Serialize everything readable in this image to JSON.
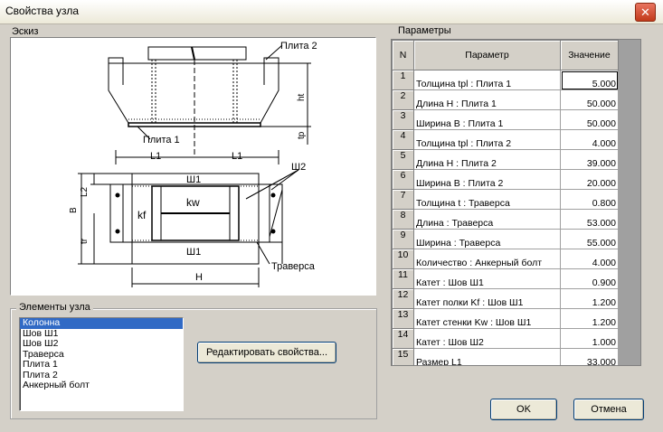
{
  "window": {
    "title": "Свойства узла",
    "close_symbol": "✕"
  },
  "sketch": {
    "label": "Эскиз",
    "annotations": {
      "plate2": "Плита 2",
      "plate1": "Плита 1",
      "ht": "ht",
      "tp": "tp",
      "l1_left": "L1",
      "l1_right": "L1",
      "sh1_top": "Ш1",
      "sh2": "Ш2",
      "kw": "kw",
      "kf": "kf",
      "l2": "L2",
      "b": "B",
      "tr": "tr",
      "sh1_bottom": "Ш1",
      "traversa": "Траверса",
      "h": "H"
    }
  },
  "elements": {
    "label": "Элементы узла",
    "items": [
      "Колонна",
      "Шов Ш1",
      "Шов Ш2",
      "Траверса",
      "Плита 1",
      "Плита 2",
      "Анкерный болт"
    ],
    "selected": 0,
    "edit_button": "Редактировать свойства..."
  },
  "params": {
    "label": "Параметры",
    "headers": {
      "n": "N",
      "param": "Параметр",
      "value": "Значение"
    },
    "rows": [
      {
        "n": "1",
        "param": "Толщина tpl : Плита 1",
        "value": "5.000"
      },
      {
        "n": "2",
        "param": "Длина H : Плита 1",
        "value": "50.000"
      },
      {
        "n": "3",
        "param": "Ширина B : Плита 1",
        "value": "50.000"
      },
      {
        "n": "4",
        "param": "Толщина tpl : Плита 2",
        "value": "4.000"
      },
      {
        "n": "5",
        "param": "Длина H : Плита 2",
        "value": "39.000"
      },
      {
        "n": "6",
        "param": "Ширина B : Плита 2",
        "value": "20.000"
      },
      {
        "n": "7",
        "param": "Толщина t : Траверса",
        "value": "0.800"
      },
      {
        "n": "8",
        "param": "Длина : Траверса",
        "value": "53.000"
      },
      {
        "n": "9",
        "param": "Ширина : Траверса",
        "value": "55.000"
      },
      {
        "n": "10",
        "param": "Количество : Анкерный болт",
        "value": "4.000"
      },
      {
        "n": "11",
        "param": "Катет : Шов Ш1",
        "value": "0.900"
      },
      {
        "n": "12",
        "param": "Катет полки Kf : Шов Ш1",
        "value": "1.200"
      },
      {
        "n": "13",
        "param": "Катет стенки Kw : Шов Ш1",
        "value": "1.200"
      },
      {
        "n": "14",
        "param": "Катет : Шов Ш2",
        "value": "1.000"
      },
      {
        "n": "15",
        "param": "Размер L1",
        "value": "33.000"
      }
    ]
  },
  "buttons": {
    "ok": "OK",
    "cancel": "Отмена"
  }
}
